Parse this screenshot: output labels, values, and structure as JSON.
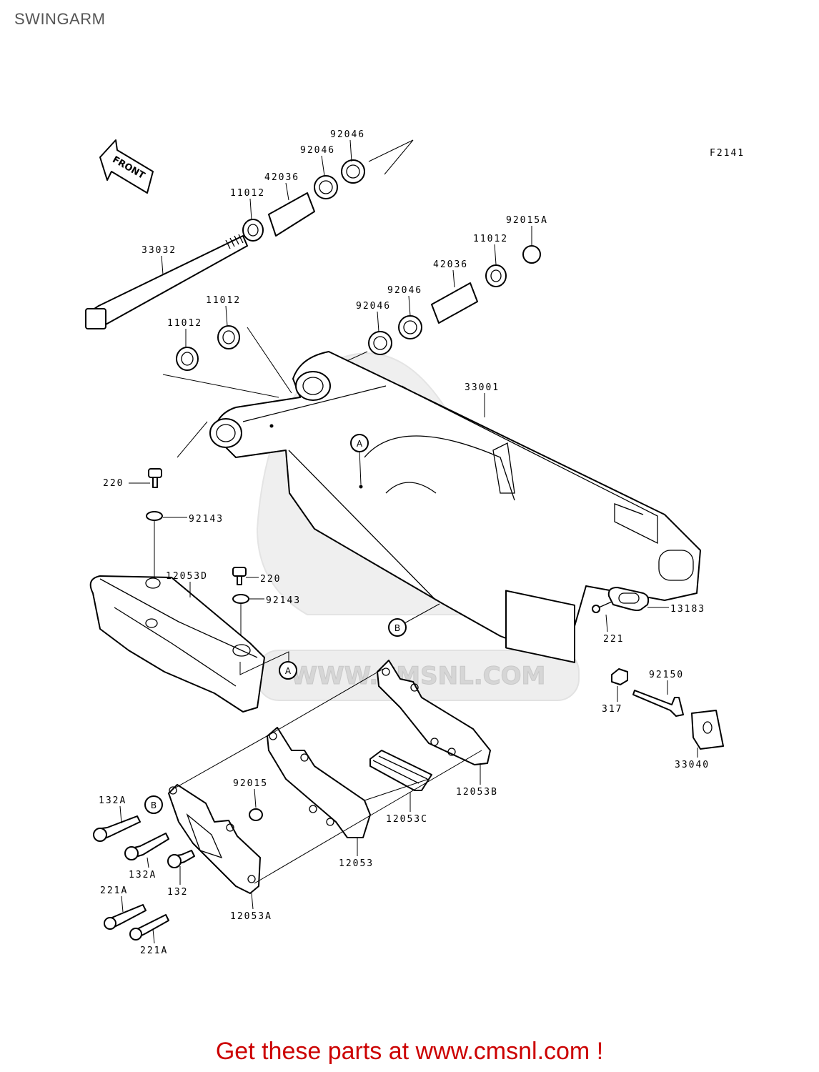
{
  "page": {
    "title": "SWINGARM",
    "figure_code": "F2141",
    "front_arrow_label": "FRONT",
    "watermark": "WWW.CMSNL.COM",
    "footer": "Get these parts at www.cmsnl.com !"
  },
  "callouts": {
    "A": "A",
    "B": "B"
  },
  "labels": {
    "p92046_top1": "92046",
    "p92046_top2": "92046",
    "p42036_top": "42036",
    "p11012_top": "11012",
    "p33032": "33032",
    "p92015A": "92015A",
    "p11012_r": "11012",
    "p42036_r": "42036",
    "p92046_r1": "92046",
    "p92046_r2": "92046",
    "p11012_l1": "11012",
    "p11012_l2": "11012",
    "p33001": "33001",
    "p220_1": "220",
    "p92143_1": "92143",
    "p12053D": "12053D",
    "p220_2": "220",
    "p92143_2": "92143",
    "p13183": "13183",
    "p221": "221",
    "p317": "317",
    "p92150": "92150",
    "p33040": "33040",
    "p12053B": "12053B",
    "p12053C": "12053C",
    "p12053": "12053",
    "p92015": "92015",
    "p132A_1": "132A",
    "p132A_2": "132A",
    "p132": "132",
    "p221A_1": "221A",
    "p221A_2": "221A",
    "p12053A": "12053A"
  }
}
